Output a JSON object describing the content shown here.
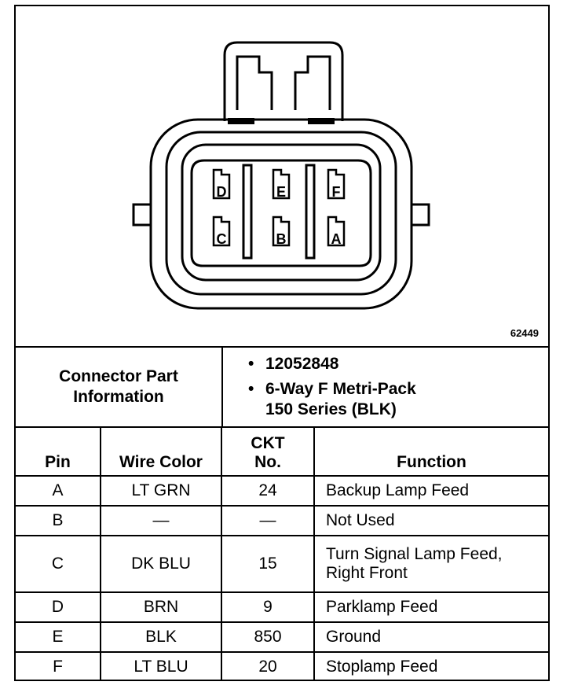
{
  "diagram": {
    "figure_number": "62449",
    "pins_top": [
      "D",
      "E",
      "F"
    ],
    "pins_bottom": [
      "C",
      "B",
      "A"
    ]
  },
  "part_info": {
    "label_line1": "Connector Part",
    "label_line2": "Information",
    "bullet": "•",
    "part_number": "12052848",
    "description_line1": "6-Way F Metri-Pack",
    "description_line2": "150 Series (BLK)"
  },
  "table": {
    "headers": {
      "pin": "Pin",
      "wire_color": "Wire Color",
      "ckt_line1": "CKT",
      "ckt_line2": "No.",
      "function": "Function"
    },
    "rows": [
      {
        "pin": "A",
        "wire": "LT GRN",
        "ckt": "24",
        "func": "Backup Lamp Feed",
        "func2": ""
      },
      {
        "pin": "B",
        "wire": "—",
        "ckt": "—",
        "func": "Not Used",
        "func2": ""
      },
      {
        "pin": "C",
        "wire": "DK BLU",
        "ckt": "15",
        "func": "Turn Signal Lamp Feed,",
        "func2": "Right Front"
      },
      {
        "pin": "D",
        "wire": "BRN",
        "ckt": "9",
        "func": "Parklamp Feed",
        "func2": ""
      },
      {
        "pin": "E",
        "wire": "BLK",
        "ckt": "850",
        "func": "Ground",
        "func2": ""
      },
      {
        "pin": "F",
        "wire": "LT BLU",
        "ckt": "20",
        "func": "Stoplamp Feed",
        "func2": ""
      }
    ]
  }
}
